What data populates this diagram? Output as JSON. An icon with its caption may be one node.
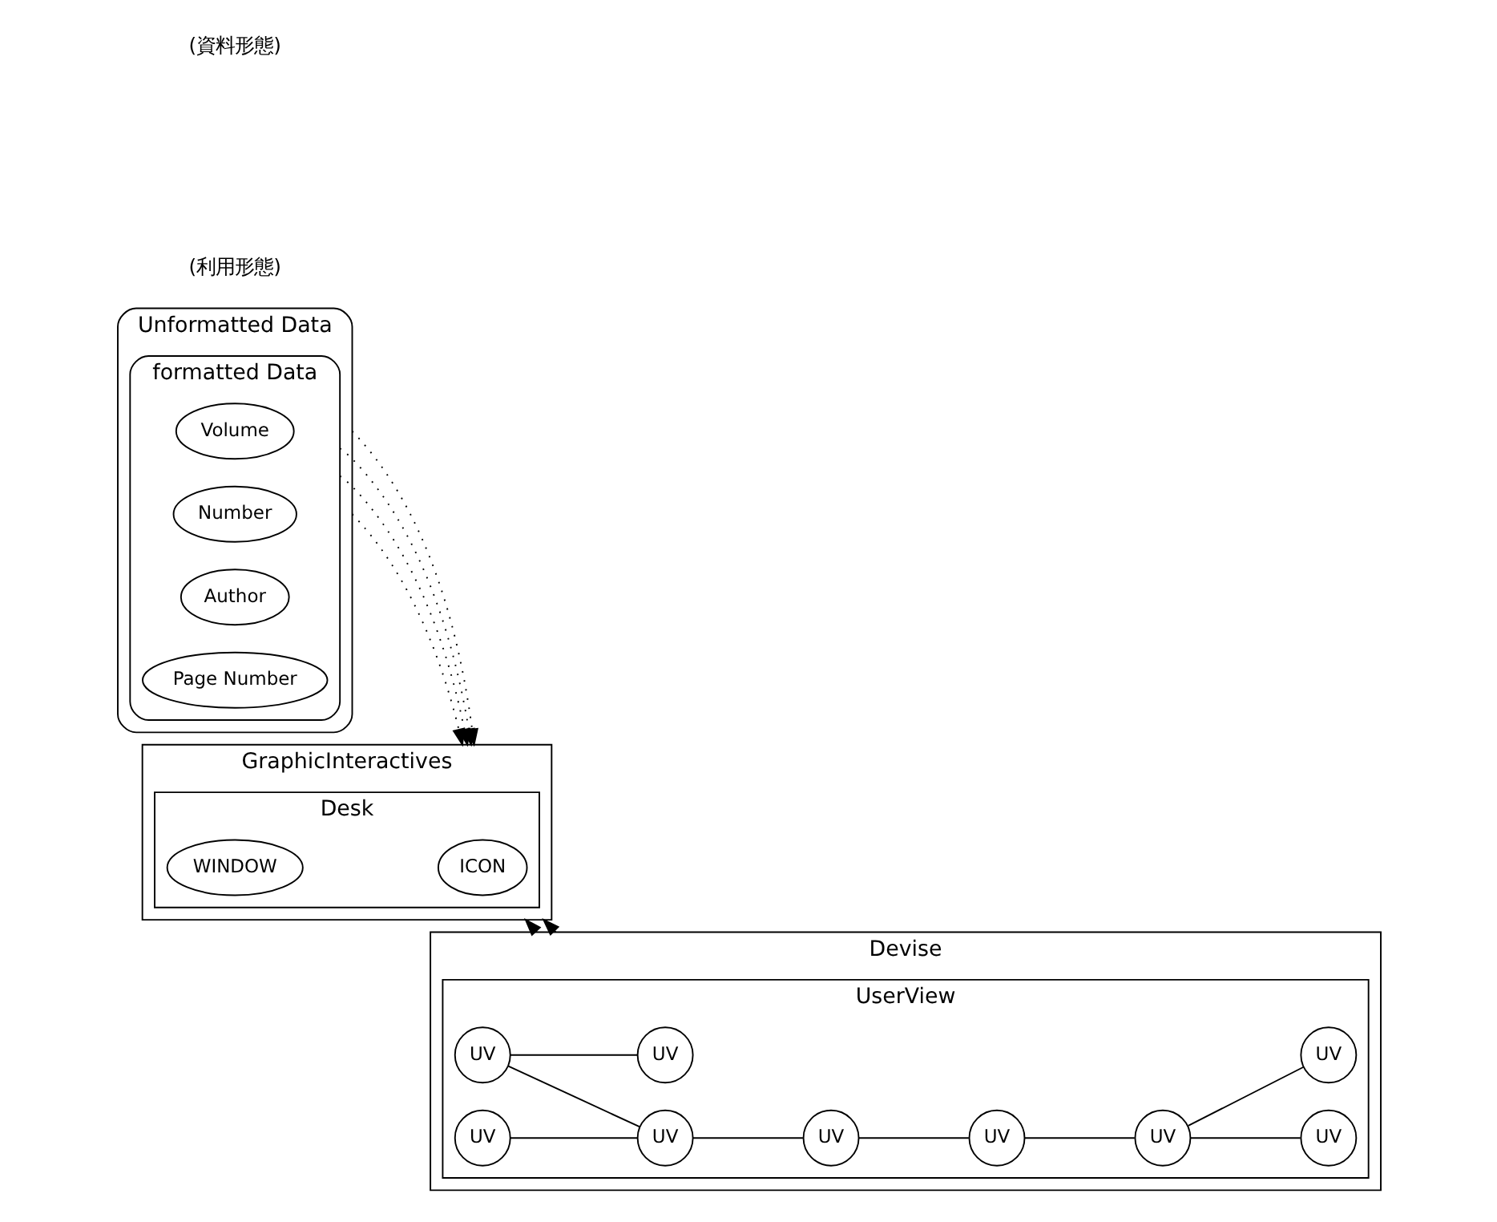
{
  "diagram": {
    "nodes": [
      {
        "text": [
          "Unformatted Data"
        ]
      },
      {
        "text": [
          "formatted Data"
        ],
        "in": 0
      },
      {
        "text": [
          "Volume"
        ],
        "in": 1
      },
      {
        "text": [
          "Number"
        ],
        "in": 1
      },
      {
        "text": [
          "Author"
        ],
        "in": 1
      },
      {
        "text": [
          "Page Number"
        ],
        "in": 1
      },
      {
        "text": [
          "GraphicInteractives"
        ]
      },
      {
        "text": [
          "Desk"
        ],
        "in": 6
      },
      {
        "text": [
          "ICON"
        ],
        "in": 7
      },
      {
        "text": [
          "WINDOW"
        ],
        "in": 7
      },
      {
        "text": [
          "Devise"
        ]
      },
      {
        "text": [
          "UserView"
        ],
        "in": 10
      },
      {
        "text": [
          "UV"
        ],
        "in": 11
      },
      {
        "text": [
          "UV"
        ],
        "in": 11
      },
      {
        "text": [
          "UV"
        ],
        "in": 11
      },
      {
        "text": [
          "UV"
        ],
        "in": 11
      },
      {
        "text": [
          "UV"
        ],
        "in": 11
      },
      {
        "text": [
          "UV"
        ],
        "in": 11
      },
      {
        "text": [
          "UV"
        ],
        "in": 11
      },
      {
        "text": [
          "UV"
        ],
        "in": 11
      },
      {
        "text": [
          "UV"
        ],
        "in": 11
      }
    ],
    "edges": [
      {
        "from": 0,
        "to": 6,
        "arrow": "to",
        "style": "dashed"
      },
      {
        "from": 1,
        "to": 6,
        "arrow": "to",
        "style": "dashed"
      },
      {
        "from": 1,
        "to": 6,
        "arrow": "to",
        "style": "dashed"
      },
      {
        "from": 0,
        "to": 6,
        "arrow": "to",
        "style": "dashed"
      },
      {
        "from": 10,
        "to": 6,
        "arrow": "to",
        "style": "dashed"
      },
      {
        "from": 10,
        "to": 6,
        "arrow": "to"
      },
      {
        "from": 13,
        "to": 12,
        "arrow": "none"
      },
      {
        "from": 13,
        "to": 15,
        "arrow": "none"
      },
      {
        "from": 14,
        "to": 15,
        "arrow": "none"
      },
      {
        "from": 15,
        "to": 16,
        "arrow": "none"
      },
      {
        "from": 16,
        "to": 17,
        "arrow": "none"
      },
      {
        "from": 17,
        "to": 18,
        "arrow": "none"
      },
      {
        "from": 18,
        "to": 20,
        "arrow": "none"
      },
      {
        "from": 18,
        "to": 19,
        "arrow": "none"
      }
    ],
    "labels": [
      "(資料形態)",
      "(利用形態)"
    ]
  }
}
